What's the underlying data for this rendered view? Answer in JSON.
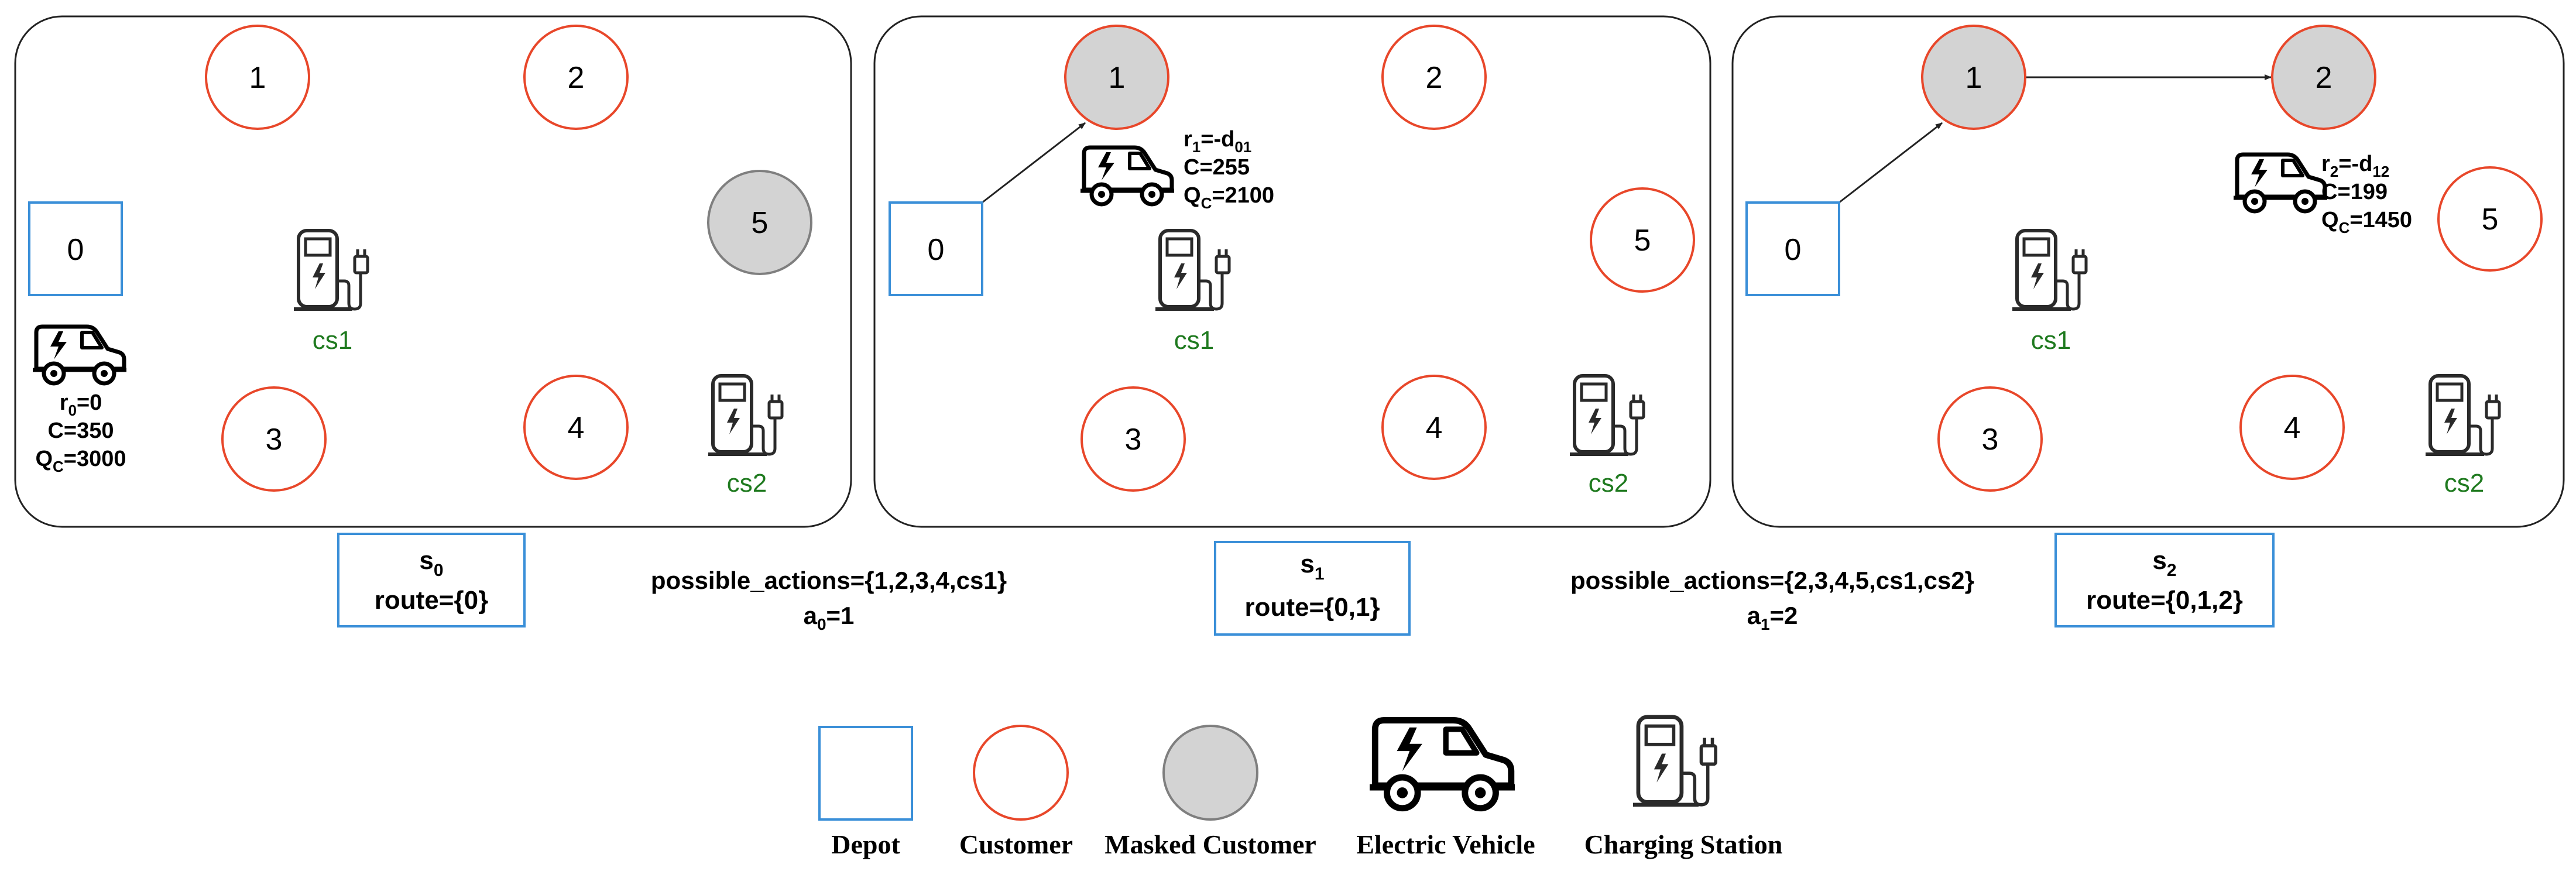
{
  "colors": {
    "depot": "#3a8fd8",
    "customer": "#e8472a",
    "masked_fill": "#d3d3d3",
    "masked_stroke": "#7f7f7f",
    "charging_label": "#1f7a1f",
    "panel_border": "#000000"
  },
  "panels": [
    {
      "nodes": {
        "depot": "0",
        "customers": [
          "1",
          "2",
          "3",
          "4",
          "5"
        ],
        "masked": [
          "5"
        ],
        "stations": [
          "cs1",
          "cs2"
        ]
      },
      "vehicle": {
        "r_main": "r",
        "r_sub": "0",
        "r_rest": "=0",
        "c": "C=350",
        "q_main": "Q",
        "q_sub": "C",
        "q_rest": "=3000"
      },
      "route_edges": []
    },
    {
      "nodes": {
        "depot": "0",
        "customers": [
          "1",
          "2",
          "3",
          "4",
          "5"
        ],
        "masked": [
          "1"
        ],
        "stations": [
          "cs1",
          "cs2"
        ]
      },
      "vehicle": {
        "r_main": "r",
        "r_sub": "1",
        "r_rest": "=-d",
        "r_sub2": "01",
        "c": "C=255",
        "q_main": "Q",
        "q_sub": "C",
        "q_rest": "=2100"
      },
      "route_edges": [
        [
          "0",
          "1"
        ]
      ]
    },
    {
      "nodes": {
        "depot": "0",
        "customers": [
          "1",
          "2",
          "3",
          "4",
          "5"
        ],
        "masked": [
          "1",
          "2"
        ],
        "stations": [
          "cs1",
          "cs2"
        ]
      },
      "vehicle": {
        "r_main": "r",
        "r_sub": "2",
        "r_rest": "=-d",
        "r_sub2": "12",
        "c": "C=199",
        "q_main": "Q",
        "q_sub": "C",
        "q_rest": "=1450"
      },
      "route_edges": [
        [
          "0",
          "1"
        ],
        [
          "1",
          "2"
        ]
      ]
    }
  ],
  "states": [
    {
      "s_main": "s",
      "s_sub": "0",
      "route": "route={0}"
    },
    {
      "s_main": "s",
      "s_sub": "1",
      "route": "route={0,1}"
    },
    {
      "s_main": "s",
      "s_sub": "2",
      "route": "route={0,1,2}"
    }
  ],
  "actions": [
    {
      "possible": "possible_actions={1,2,3,4,cs1}",
      "a_main": "a",
      "a_sub": "0",
      "a_rest": "=1"
    },
    {
      "possible": "possible_actions={2,3,4,5,cs1,cs2}",
      "a_main": "a",
      "a_sub": "1",
      "a_rest": "=2"
    }
  ],
  "legend": {
    "depot": "Depot",
    "customer": "Customer",
    "masked_customer": "Masked Customer",
    "electric_vehicle": "Electric Vehicle",
    "charging_station": "Charging Station"
  },
  "icons": [
    "depot-square",
    "customer-circle",
    "masked-customer-circle",
    "electric-vehicle-icon",
    "charging-station-icon"
  ]
}
